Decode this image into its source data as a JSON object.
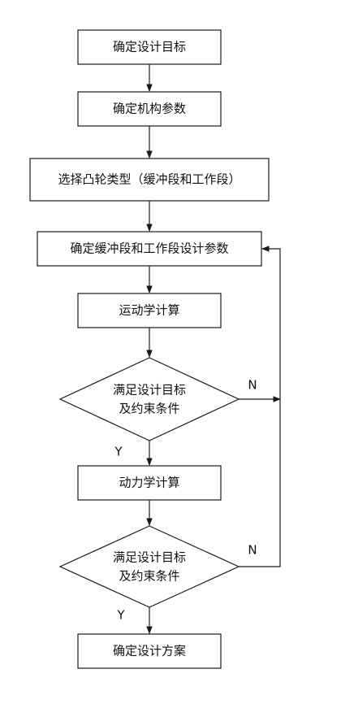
{
  "nodes": {
    "determine_goal": "确定设计目标",
    "determine_mech_params": "确定机构参数",
    "select_cam_type": "选择凸轮类型（缓冲段和工作段）",
    "determine_segment_params": "确定缓冲段和工作段设计参数",
    "kinematics_calc": "运动学计算",
    "check1_line1": "满足设计目标",
    "check1_line2": "及约束条件",
    "dynamics_calc": "动力学计算",
    "check2_line1": "满足设计目标",
    "check2_line2": "及约束条件",
    "final_plan": "确定设计方案"
  },
  "edges": {
    "check1_yes": "Y",
    "check1_no": "N",
    "check2_yes": "Y",
    "check2_no": "N"
  }
}
